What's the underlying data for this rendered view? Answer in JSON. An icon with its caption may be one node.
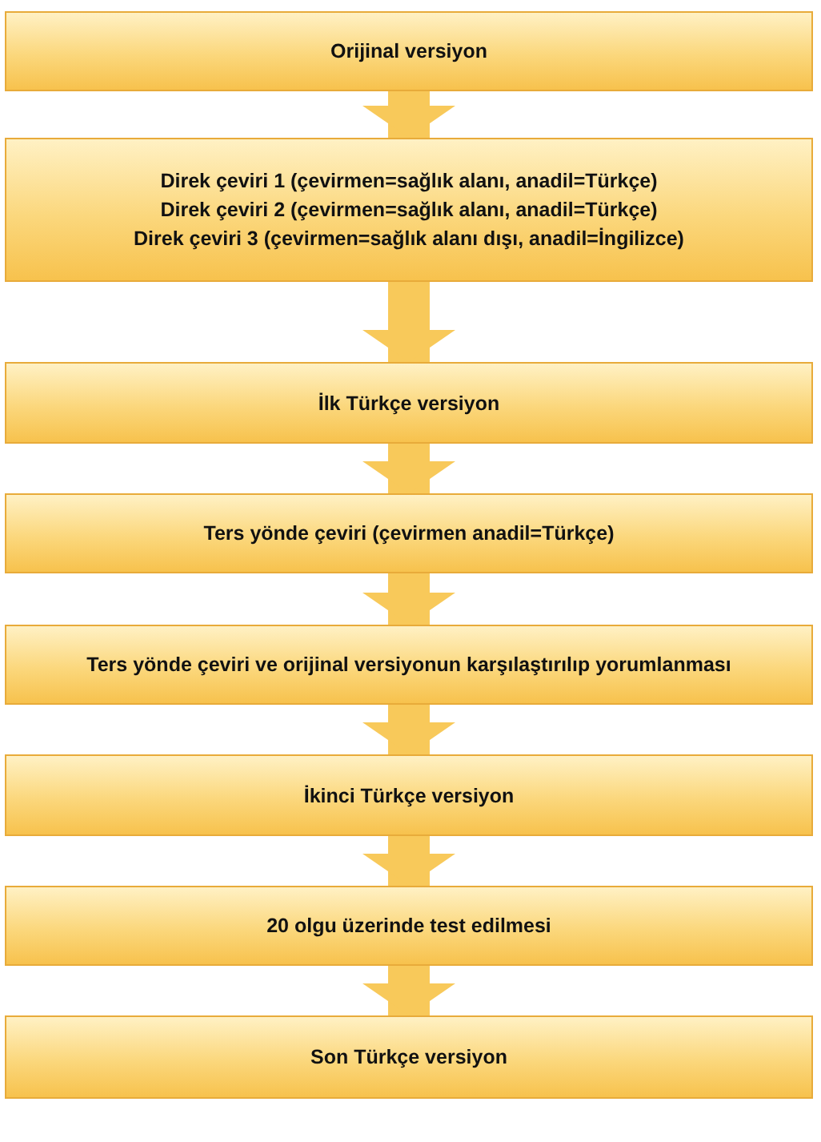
{
  "diagram": {
    "nodes": [
      {
        "text": [
          "Orijinal versiyon"
        ]
      },
      {
        "text": [
          "Direk çeviri 1 (çevirmen=sağlık alanı, anadil=Türkçe)",
          "Direk çeviri 2 (çevirmen=sağlık alanı, anadil=Türkçe)",
          "Direk çeviri 3 (çevirmen=sağlık alanı dışı, anadil=İngilizce)"
        ]
      },
      {
        "text": [
          "İlk Türkçe versiyon"
        ]
      },
      {
        "text": [
          "Ters yönde çeviri (çevirmen anadil=Türkçe)"
        ]
      },
      {
        "text": [
          "Ters yönde çeviri ve orijinal versiyonun karşılaştırılıp yorumlanması"
        ]
      },
      {
        "text": [
          "İkinci Türkçe versiyon"
        ]
      },
      {
        "text": [
          "20 olgu üzerinde test edilmesi"
        ]
      },
      {
        "text": [
          "Son Türkçe versiyon"
        ]
      }
    ],
    "edges": [
      {
        "from": 0,
        "to": 1,
        "arrow": "to"
      },
      {
        "from": 1,
        "to": 2,
        "arrow": "to"
      },
      {
        "from": 2,
        "to": 3,
        "arrow": "to"
      },
      {
        "from": 3,
        "to": 4,
        "arrow": "to"
      },
      {
        "from": 4,
        "to": 5,
        "arrow": "to"
      },
      {
        "from": 5,
        "to": 6,
        "arrow": "to"
      },
      {
        "from": 6,
        "to": 7,
        "arrow": "to"
      }
    ]
  }
}
